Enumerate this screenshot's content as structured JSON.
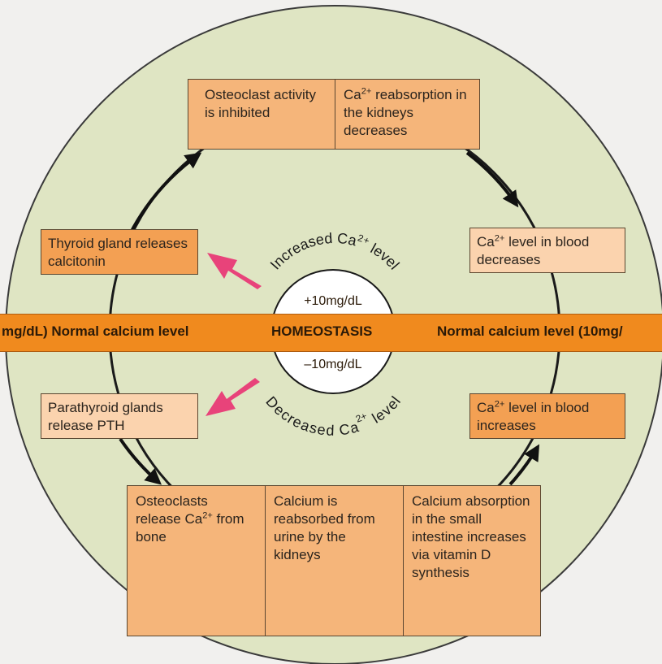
{
  "diagram": {
    "top_left": "Osteoclast activity is inhibited",
    "top_right_parts": [
      "Ca",
      "2+",
      " reabsorption in the kidneys decreases"
    ],
    "right_upper_parts": [
      "Ca",
      "2+",
      " level in blood decreases"
    ],
    "left_upper": "Thyroid gland releases calcitonin",
    "left_lower": "Parathyroid glands release PTH",
    "right_lower_parts": [
      "Ca",
      "2+",
      " level in blood increases"
    ],
    "bottom_1_parts": [
      "Osteoclasts release Ca",
      "2+",
      " from bone"
    ],
    "bottom_2": "Calcium is reabsorbed from urine by the kidneys",
    "bottom_3": "Calcium absorption in the small intestine increases via vitamin D synthesis",
    "band_left": "mg/dL) Normal calcium level",
    "band_center": "HOMEOSTASIS",
    "band_right": "Normal calcium level (10mg/",
    "plus_value": "+10mg/dL",
    "minus_value": "–10mg/dL",
    "increased_label_parts": [
      "Increased Ca",
      "2+",
      " level"
    ],
    "decreased_label_parts": [
      "Decreased Ca",
      "2+",
      " level"
    ]
  },
  "colors": {
    "circle_fill": "#dfe5c3",
    "band": "#f08a1e",
    "box_dark": "#f3a053",
    "box_light": "#fbd3ae",
    "pink_arrow": "#e8437a"
  },
  "icons": [
    "bone-icon",
    "kidney-icon",
    "webcam-person"
  ]
}
